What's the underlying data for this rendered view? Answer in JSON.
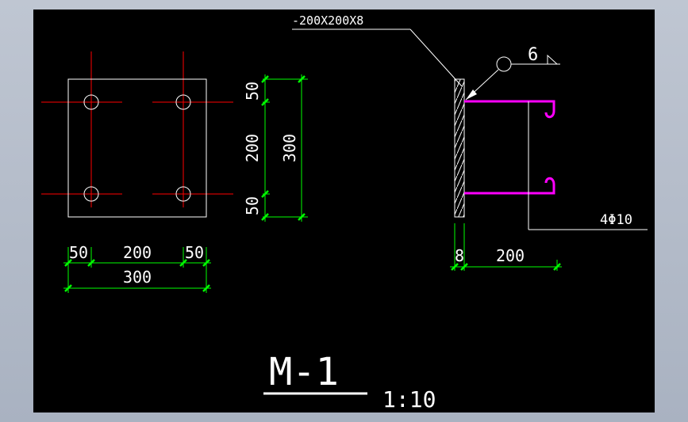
{
  "drawing": {
    "title": "M-1",
    "scale": "1:10"
  },
  "plate": {
    "dims_horizontal": {
      "left": "50",
      "middle": "200",
      "right": "50",
      "total": "300"
    },
    "dims_vertical": {
      "top": "50",
      "middle": "200",
      "bottom": "50",
      "total": "300"
    }
  },
  "section": {
    "plate_spec": "-200X200X8",
    "weld_size": "6",
    "rebar_spec": "4Φ10",
    "dim_thickness": "8",
    "dim_anchor_length": "200"
  },
  "colors": {
    "background": "#000000",
    "outline": "#ffffff",
    "centerline": "#ff0000",
    "dimension": "#00ff00",
    "rebar": "#ff00ff"
  }
}
